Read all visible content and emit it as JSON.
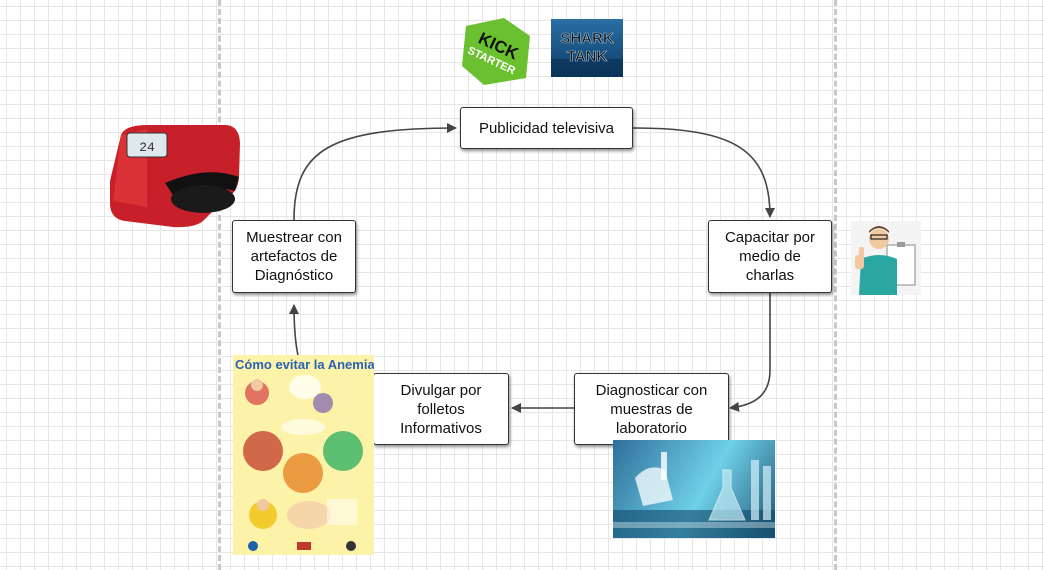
{
  "nodes": {
    "publicidad": "Publicidad televisiva",
    "capacitar": "Capacitar por\nmedio de\ncharlas",
    "diagnosticar": "Diagnosticar con\nmuestras de\nlaboratorio",
    "divulgar": "Divulgar por\nfolletos\nInformativos",
    "muestrear": "Muestrear con\nartefactos de\nDiagnóstico"
  },
  "images": {
    "kickstarter": {
      "icon": "kickstarter-logo",
      "line1": "KICK",
      "line2": "STARTER",
      "color": "#6ac02e"
    },
    "shark_tank": {
      "icon": "shark-tank-logo",
      "line1": "SHARK",
      "line2": "TANK"
    },
    "diagnostic_device": {
      "icon": "diagnostic-device-image",
      "color": "#c8202a",
      "display": "24"
    },
    "doctor": {
      "icon": "doctor-thumbs-up-image"
    },
    "anemia_poster": {
      "icon": "anemia-poster-image",
      "title": "Cómo evitar la Anemia"
    },
    "laboratory": {
      "icon": "laboratory-image"
    }
  },
  "colors": {
    "arrow": "#444444",
    "divider": "#c8c8c8",
    "grid": "#e6e6e6"
  }
}
